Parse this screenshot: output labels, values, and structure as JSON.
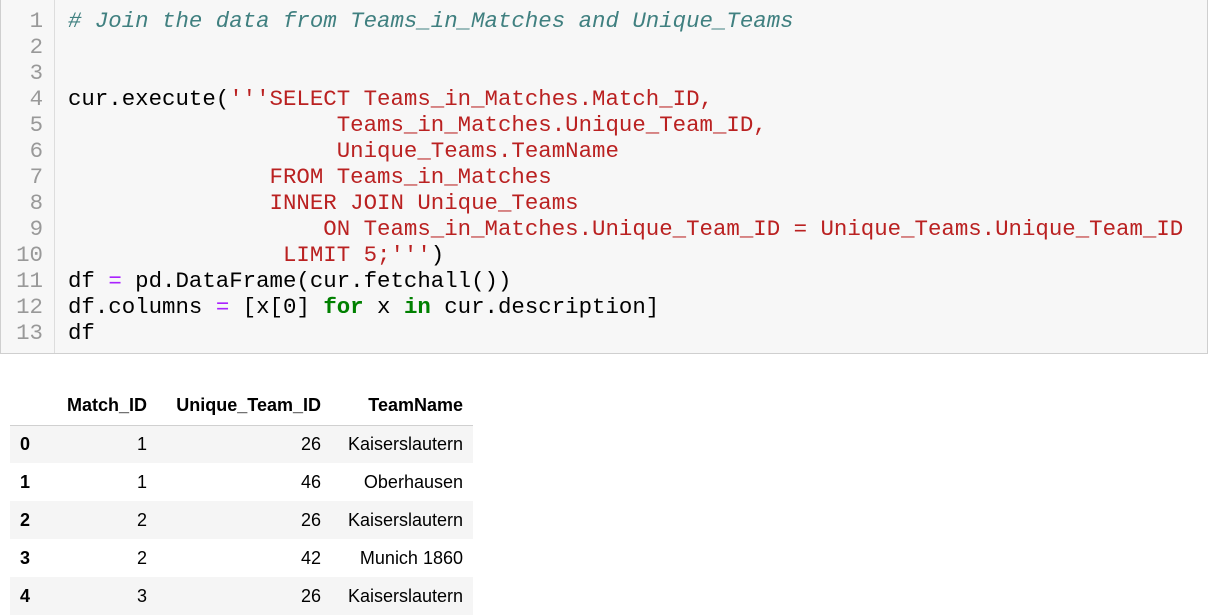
{
  "code": {
    "lines": [
      {
        "no": "1",
        "tokens": [
          {
            "t": "# Join the data from Teams_in_Matches and Unique_Teams",
            "k": "comment"
          }
        ]
      },
      {
        "no": "2",
        "tokens": []
      },
      {
        "no": "3",
        "tokens": []
      },
      {
        "no": "4",
        "tokens": [
          {
            "t": "cur.execute(",
            "k": "plain"
          },
          {
            "t": "'''SELECT Teams_in_Matches.Match_ID,",
            "k": "string"
          }
        ]
      },
      {
        "no": "5",
        "tokens": [
          {
            "t": "                    Teams_in_Matches.Unique_Team_ID,",
            "k": "string"
          }
        ]
      },
      {
        "no": "6",
        "tokens": [
          {
            "t": "                    Unique_Teams.TeamName",
            "k": "string"
          }
        ]
      },
      {
        "no": "7",
        "tokens": [
          {
            "t": "               FROM Teams_in_Matches",
            "k": "string"
          }
        ]
      },
      {
        "no": "8",
        "tokens": [
          {
            "t": "               INNER JOIN Unique_Teams",
            "k": "string"
          }
        ]
      },
      {
        "no": "9",
        "tokens": [
          {
            "t": "                   ON Teams_in_Matches.Unique_Team_ID = Unique_Teams.Unique_Team_ID",
            "k": "string"
          }
        ]
      },
      {
        "no": "10",
        "tokens": [
          {
            "t": "                LIMIT 5;'''",
            "k": "string"
          },
          {
            "t": ")",
            "k": "plain"
          }
        ]
      },
      {
        "no": "11",
        "tokens": [
          {
            "t": "df ",
            "k": "plain"
          },
          {
            "t": "=",
            "k": "op"
          },
          {
            "t": " pd.DataFrame(cur.fetchall())",
            "k": "plain"
          }
        ]
      },
      {
        "no": "12",
        "tokens": [
          {
            "t": "df.columns ",
            "k": "plain"
          },
          {
            "t": "=",
            "k": "op"
          },
          {
            "t": " [x[",
            "k": "plain"
          },
          {
            "t": "0",
            "k": "plain"
          },
          {
            "t": "] ",
            "k": "plain"
          },
          {
            "t": "for",
            "k": "kw"
          },
          {
            "t": " x ",
            "k": "plain"
          },
          {
            "t": "in",
            "k": "kw"
          },
          {
            "t": " cur.description]",
            "k": "plain"
          }
        ]
      },
      {
        "no": "13",
        "tokens": [
          {
            "t": "df",
            "k": "plain"
          }
        ]
      }
    ]
  },
  "output": {
    "headers": [
      "",
      "Match_ID",
      "Unique_Team_ID",
      "TeamName"
    ],
    "rows": [
      {
        "index": "0",
        "cells": [
          "1",
          "26",
          "Kaiserslautern"
        ]
      },
      {
        "index": "1",
        "cells": [
          "1",
          "46",
          "Oberhausen"
        ]
      },
      {
        "index": "2",
        "cells": [
          "2",
          "26",
          "Kaiserslautern"
        ]
      },
      {
        "index": "3",
        "cells": [
          "2",
          "42",
          "Munich 1860"
        ]
      },
      {
        "index": "4",
        "cells": [
          "3",
          "26",
          "Kaiserslautern"
        ]
      }
    ]
  }
}
